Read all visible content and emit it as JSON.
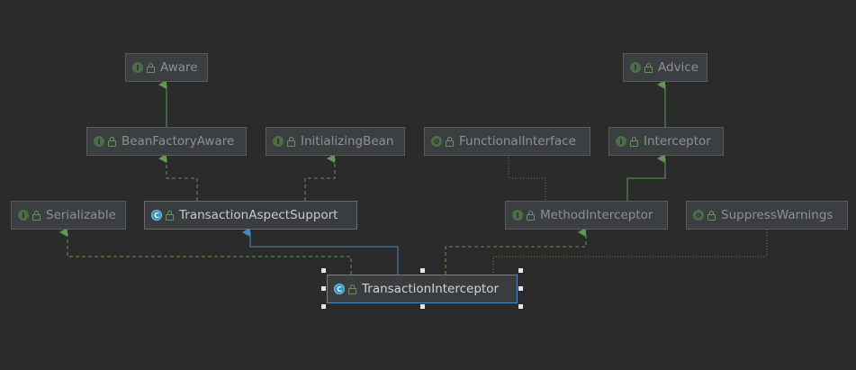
{
  "nodes": {
    "aware": {
      "label": "Aware",
      "kind": "I"
    },
    "advice": {
      "label": "Advice",
      "kind": "I"
    },
    "bean_factory_aware": {
      "label": "BeanFactoryAware",
      "kind": "I"
    },
    "initializing_bean": {
      "label": "InitializingBean",
      "kind": "I"
    },
    "functional_interface": {
      "label": "FunctionalInterface",
      "kind": "@"
    },
    "interceptor": {
      "label": "Interceptor",
      "kind": "I"
    },
    "serializable": {
      "label": "Serializable",
      "kind": "I"
    },
    "transaction_aspect_support": {
      "label": "TransactionAspectSupport",
      "kind": "C"
    },
    "method_interceptor": {
      "label": "MethodInterceptor",
      "kind": "I"
    },
    "suppress_warnings": {
      "label": "SuppressWarnings",
      "kind": "@"
    },
    "transaction_interceptor": {
      "label": "TransactionInterceptor",
      "kind": "C"
    }
  },
  "colors": {
    "background": "#2b2b2b",
    "extends_edge": "#629755",
    "class_extends_edge": "#4a88c7",
    "annotation_edge": "#7a7a3a",
    "selection": "#4a88c7"
  },
  "icons": {
    "interface": "interface-icon",
    "class": "class-icon",
    "annotation": "annotation-icon",
    "visibility": "lock-icon"
  }
}
